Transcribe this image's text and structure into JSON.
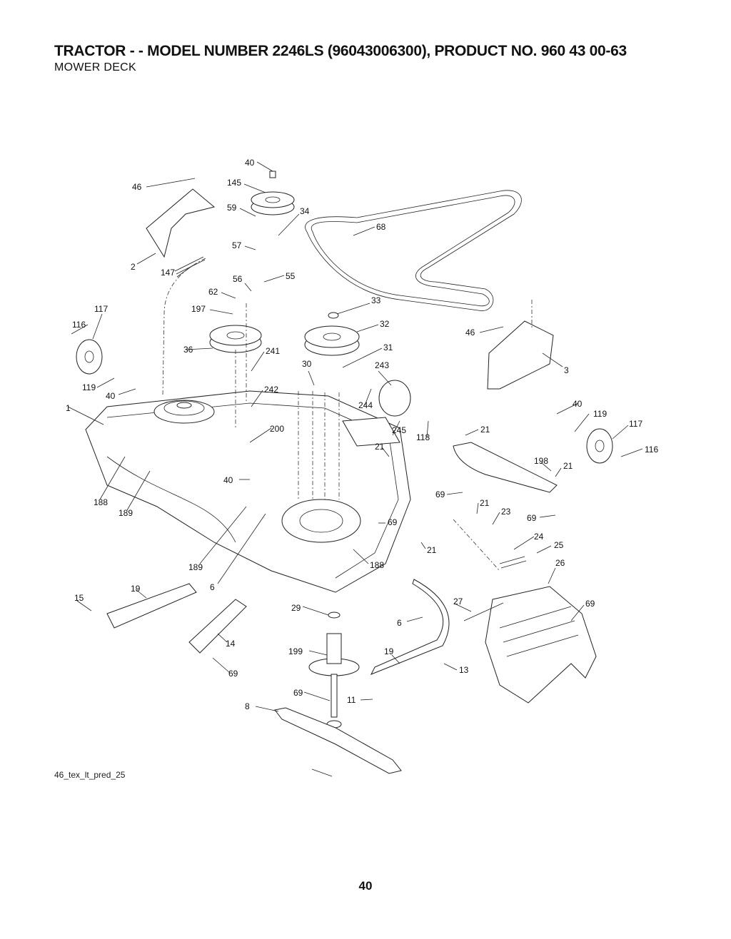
{
  "header": {
    "title": "TRACTOR - - MODEL NUMBER 2246LS (96043006300), PRODUCT NO. 960 43 00-63",
    "subtitle": "MOWER DECK"
  },
  "figure_code": "46_tex_lt_pred_25",
  "page_number": "40",
  "callouts": [
    "40",
    "46",
    "145",
    "59",
    "34",
    "68",
    "2",
    "57",
    "147",
    "55",
    "56",
    "62",
    "197",
    "33",
    "117",
    "116",
    "32",
    "46",
    "36",
    "241",
    "31",
    "3",
    "30",
    "243",
    "119",
    "40",
    "242",
    "244",
    "40",
    "1",
    "200",
    "245",
    "118",
    "119",
    "117",
    "21",
    "116",
    "21",
    "198",
    "40",
    "21",
    "188",
    "69",
    "189",
    "21",
    "23",
    "69",
    "69",
    "24",
    "25",
    "189",
    "21",
    "26",
    "188",
    "6",
    "19",
    "15",
    "29",
    "27",
    "69",
    "6",
    "14",
    "199",
    "19",
    "69",
    "13",
    "69",
    "11",
    "8"
  ]
}
